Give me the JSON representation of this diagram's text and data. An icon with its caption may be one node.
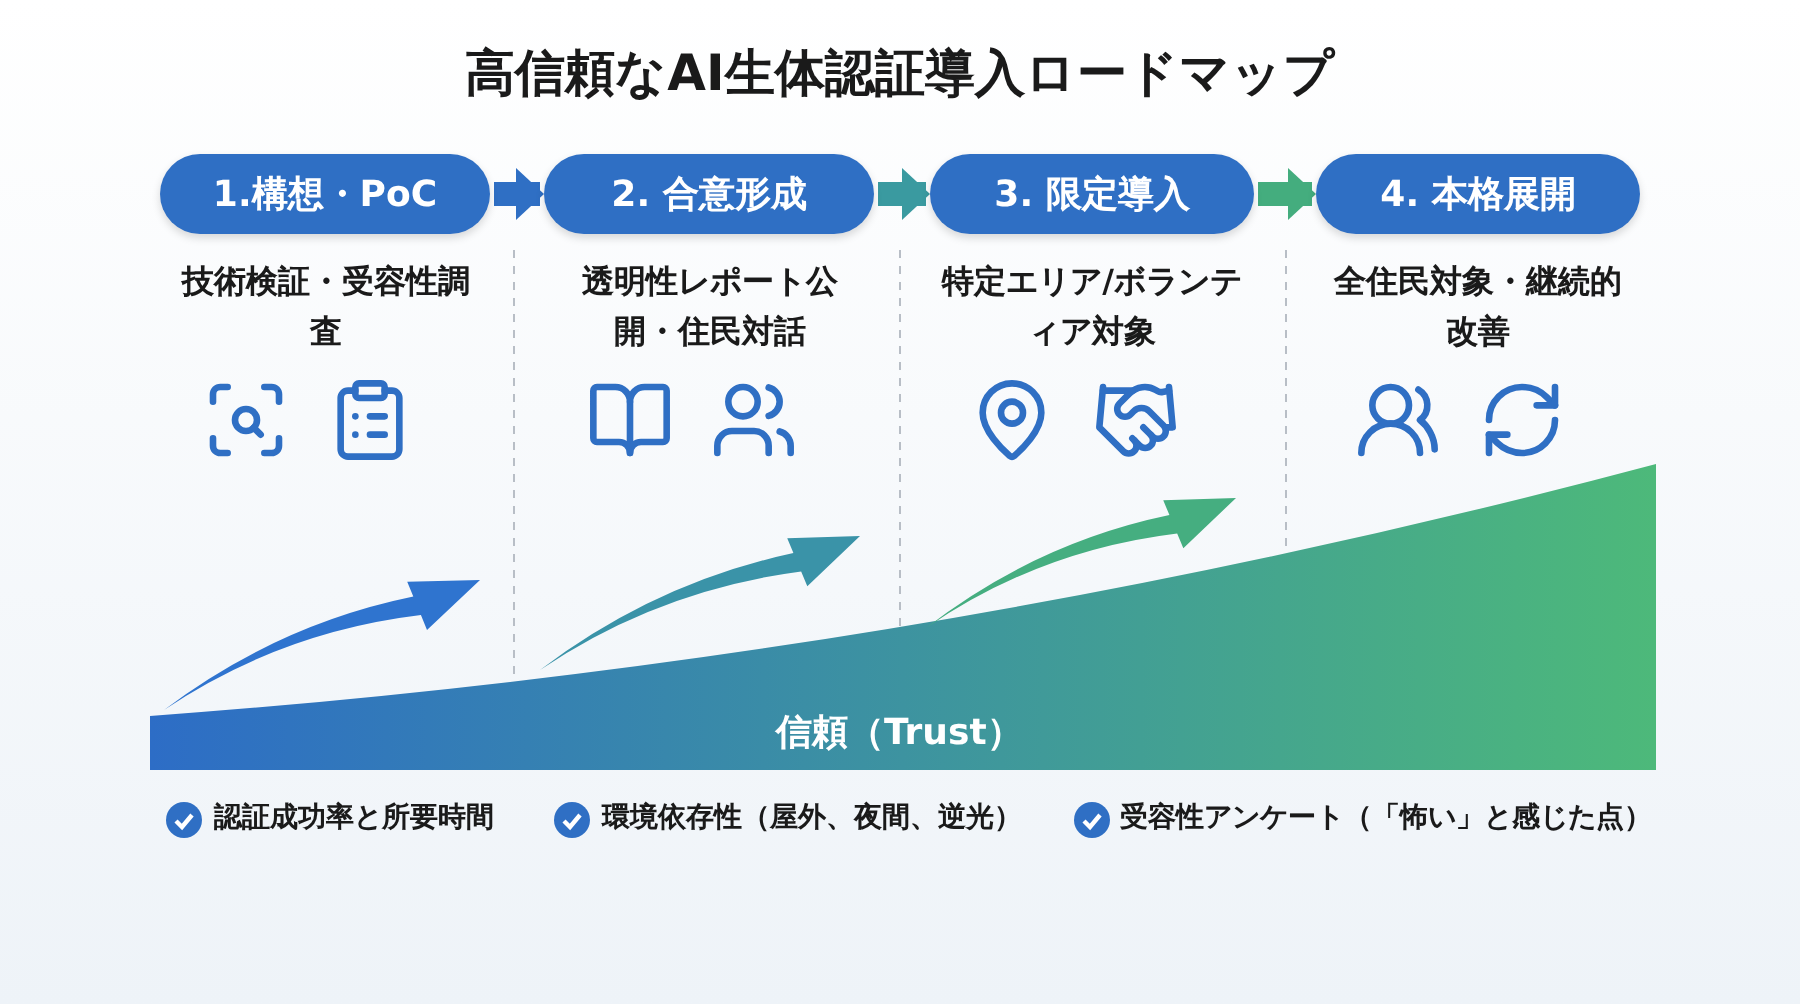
{
  "diagram": {
    "title": "高信頼なAI生体認証導入ロードマップ",
    "nodes": [
      {
        "text": [
          "1.構想・PoC"
        ],
        "beside": [
          "技術検証・受容性調査"
        ]
      },
      {
        "text": [
          "2. 合意形成"
        ],
        "beside": [
          "透明性レポート公開・住民対話"
        ]
      },
      {
        "text": [
          "3. 限定導入"
        ],
        "beside": [
          "特定エリア/ボランティア対象"
        ]
      },
      {
        "text": [
          "4. 本格展開"
        ],
        "beside": [
          "全住民対象・継続的改善"
        ]
      }
    ],
    "edges": [
      {
        "from": 0,
        "to": 1,
        "arrow": "to",
        "color": "#2f6fc4"
      },
      {
        "from": 1,
        "to": 2,
        "arrow": "to",
        "color": "#3a9aa0"
      },
      {
        "from": 2,
        "to": 3,
        "arrow": "to",
        "color": "#44ad7e"
      }
    ],
    "labels": [
      "信頼（Trust）",
      "認証成功率と所要時間",
      "環境依存性（屋外、夜間、逆光）",
      "受容性アンケート（「怖い」と感じた点）"
    ]
  }
}
